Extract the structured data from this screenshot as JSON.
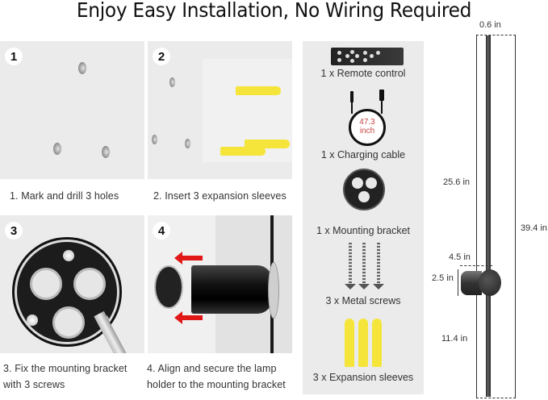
{
  "title": "Enjoy Easy Installation, No Wiring Required",
  "steps": [
    {
      "number": "1",
      "caption": "1. Mark and drill 3 holes"
    },
    {
      "number": "2",
      "caption": "2. Insert 3 expansion sleeves"
    },
    {
      "number": "3",
      "caption_line1": "3. Fix the mounting bracket",
      "caption_line2": "with 3 screws"
    },
    {
      "number": "4",
      "caption_line1": "4. Align and secure the lamp",
      "caption_line2": "holder to the mounting bracket"
    }
  ],
  "accessories": [
    {
      "icon": "remote-control-icon",
      "label": "1 x Remote control"
    },
    {
      "icon": "charging-cable-icon",
      "label": "1 x Charging cable",
      "cable_length_value": "47.3",
      "cable_length_unit": "inch"
    },
    {
      "icon": "mounting-bracket-icon",
      "label": "1 x Mounting bracket"
    },
    {
      "icon": "metal-screw-icon",
      "label": "3 x Metal screws"
    },
    {
      "icon": "expansion-sleeve-icon",
      "label": "3 x Expansion sleeves"
    }
  ],
  "dimensions": {
    "rod_width": "0.6 in",
    "upper_length": "25.6 in",
    "total_length": "39.4 in",
    "head_length": "4.5 in",
    "head_height": "2.5 in",
    "lower_length": "11.4 in"
  },
  "colors": {
    "panel_bg": "#ebebeb",
    "sleeve_yellow": "#f5e53a",
    "arrow_red": "#e01818",
    "cable_label_red": "#cc4444"
  }
}
